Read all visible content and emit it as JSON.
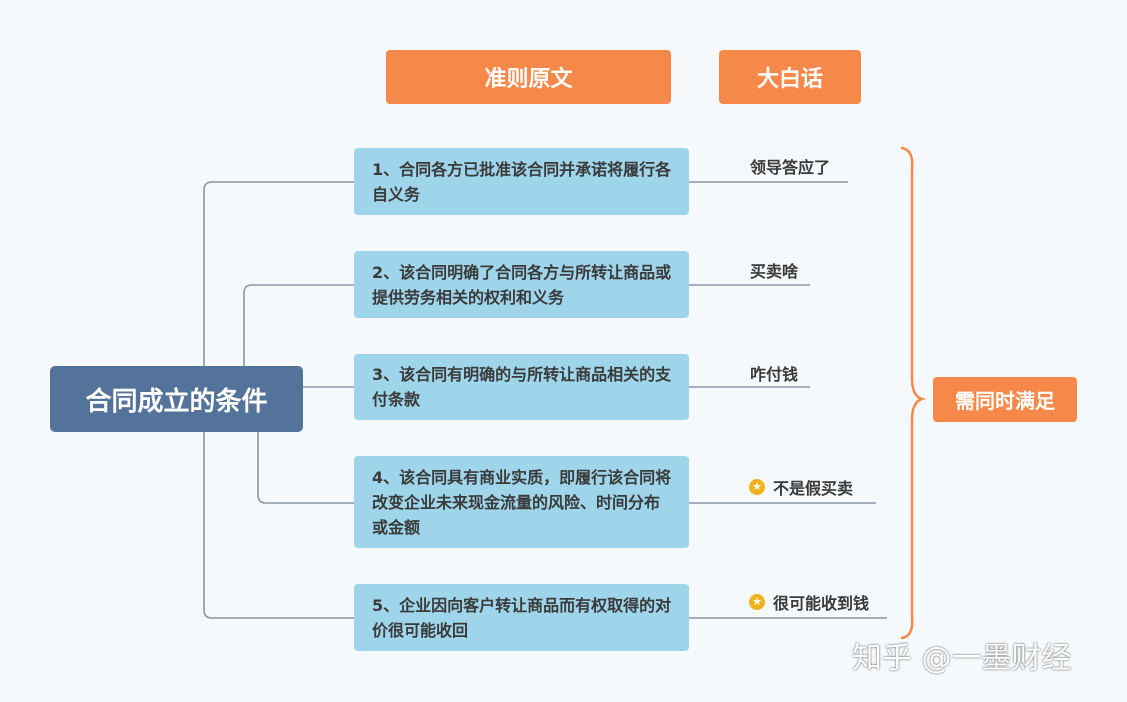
{
  "headers": {
    "original": "准则原文",
    "plain": "大白话"
  },
  "root": "合同成立的条件",
  "conditions": [
    {
      "text": "1、合同各方已批准该合同并承诺将履行各自义务",
      "plain": "领导答应了",
      "starred": false
    },
    {
      "text": "2、该合同明确了合同各方与所转让商品或提供劳务相关的权利和义务",
      "plain": "买卖啥",
      "starred": false
    },
    {
      "text": "3、该合同有明确的与所转让商品相关的支付条款",
      "plain": "咋付钱",
      "starred": false
    },
    {
      "text": "4、该合同具有商业实质，即履行该合同将改变企业未来现金流量的风险、时间分布或金额",
      "plain": "不是假买卖",
      "starred": true
    },
    {
      "text": "5、企业因向客户转让商品而有权取得的对价很可能收回",
      "plain": "很可能收到钱",
      "starred": true
    }
  ],
  "summary": "需同时满足",
  "watermark": "知乎 @一墨财经",
  "colors": {
    "header_bg": "#f6894a",
    "root_bg": "#54739a",
    "node_bg": "#9fd5ea",
    "connector": "#8a96a3",
    "brace": "#f6894a",
    "star": "#f2b21c"
  },
  "icons": {
    "starred": "star-icon",
    "unstarred": ""
  }
}
